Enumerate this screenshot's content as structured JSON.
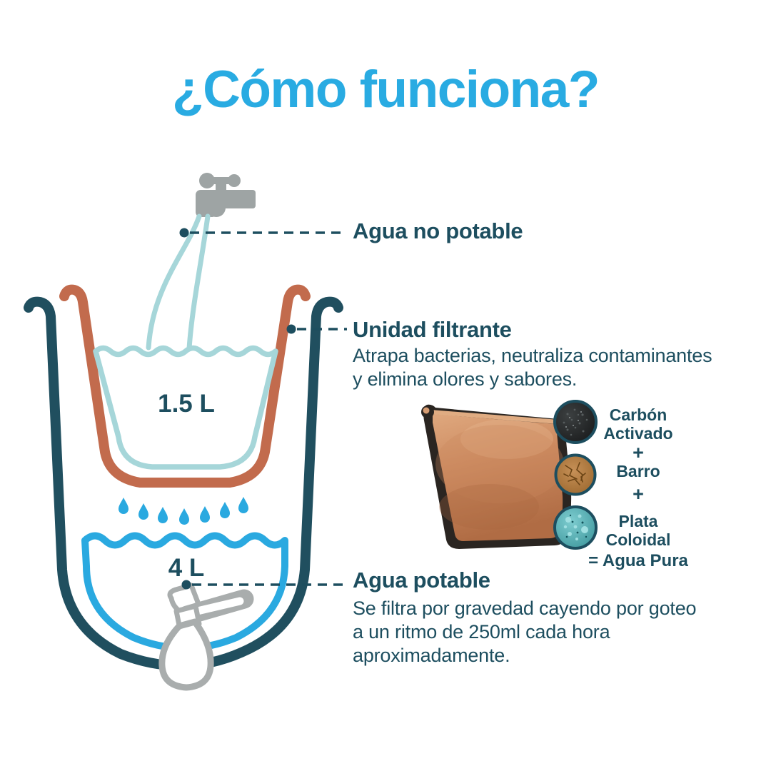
{
  "title": "¿Cómo funciona?",
  "colors": {
    "accent_blue": "#29abe2",
    "dark_teal": "#1d4e5f",
    "terracotta": "#c26b4d",
    "light_teal": "#a6d6d9",
    "water_blue": "#2aa9e0",
    "gray": "#9ea4a4"
  },
  "callouts": {
    "inlet": {
      "label": "Agua no potable"
    },
    "filter": {
      "label": "Unidad filtrante",
      "description_lines": [
        "Atrapa bacterias, neutraliza contaminantes",
        "y elimina olores y sabores."
      ]
    },
    "outlet": {
      "label": "Agua potable",
      "description_lines": [
        "Se filtra por gravedad cayendo por goteo",
        "a un ritmo de 250ml cada hora",
        "aproximadamente."
      ]
    }
  },
  "capacities": {
    "filter_unit": "1.5 L",
    "reservoir": "4 L"
  },
  "composition": {
    "items": [
      "Carbón Activado",
      "Barro",
      "Plata Coloidal"
    ],
    "separator": "+",
    "result": "= Agua Pura"
  },
  "icons": {
    "faucet": "faucet-icon",
    "drip": "water-drops-icon",
    "spigot": "spigot-icon",
    "carbon_texture": "carbon-texture-icon",
    "clay_texture": "clay-texture-icon",
    "silver_texture": "silver-texture-icon"
  }
}
